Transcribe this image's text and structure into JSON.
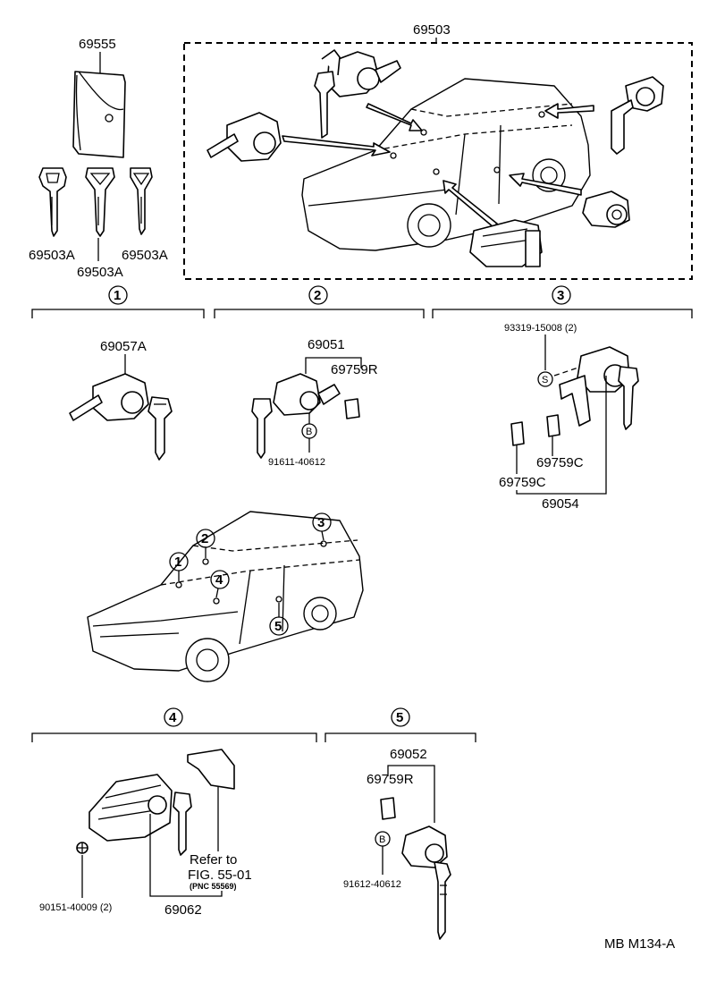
{
  "labels": {
    "p69503": "69503",
    "p69555": "69555",
    "p69503A_left": "69503A",
    "p69503A_mid": "69503A",
    "p69503A_right": "69503A",
    "p69057A": "69057A",
    "p69051": "69051",
    "p69759R_2": "69759R",
    "p91611": "91611-40612",
    "p93319": "93319-15008 (2)",
    "p69759C_right": "69759C",
    "p69759C_left": "69759C",
    "p69054": "69054",
    "p90151": "90151-40009 (2)",
    "p69062": "69062",
    "refer_line1": "Refer to",
    "refer_line2": "FIG. 55-01",
    "refer_line3": "(PNC 55569)",
    "p69052": "69052",
    "p69759R_5": "69759R",
    "p91612": "91612-40612",
    "footer": "MB  M134-A"
  },
  "callouts": [
    "1",
    "2",
    "3",
    "4",
    "5"
  ],
  "car_callouts": [
    "1",
    "2",
    "3",
    "4",
    "5"
  ],
  "symbols": {
    "bolt_b": "B",
    "screw_s": "S"
  },
  "icons": [
    "card-key-case-icon",
    "key-icon",
    "lock-cylinder-icon",
    "vehicle-outline-icon"
  ]
}
